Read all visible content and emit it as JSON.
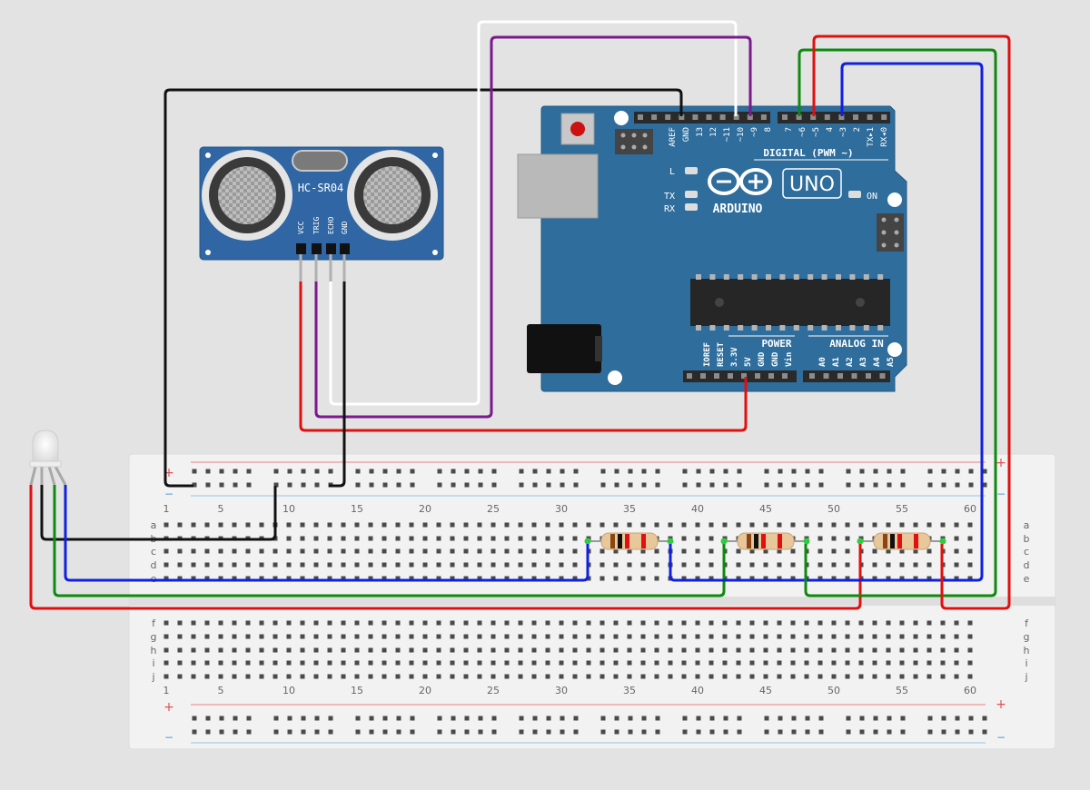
{
  "colors": {
    "background": "#e3e3e3",
    "arduino_board": "#2e6d9c",
    "sensor_board": "#2f66a3",
    "breadboard": "#f1f1f1",
    "wire_red": "#e01010",
    "wire_black": "#111111",
    "wire_white": "#ffffff",
    "wire_purple": "#7a1a8c",
    "wire_green": "#0f8a10",
    "wire_blue": "#1020e0"
  },
  "sensor": {
    "name": "HC-SR04",
    "pins": [
      "VCC",
      "TRIG",
      "ECHO",
      "GND"
    ]
  },
  "arduino": {
    "digital_pins": [
      "AREF",
      "GND",
      "13",
      "12",
      "~11",
      "~10",
      "~9",
      "8",
      "7",
      "~6",
      "~5",
      "4",
      "~3",
      "2",
      "TX▸1",
      "RX◂0"
    ],
    "digital_label": "DIGITAL (PWM ~)",
    "led_labels": [
      "L",
      "TX",
      "RX"
    ],
    "on_label": "ON",
    "brand": "ARDUINO",
    "model": "UNO",
    "power_label": "POWER",
    "analog_label": "ANALOG IN",
    "power_pins": [
      "IOREF",
      "RESET",
      "3.3V",
      "5V",
      "GND",
      "GND",
      "Vin"
    ],
    "analog_pins": [
      "A0",
      "A1",
      "A2",
      "A3",
      "A4",
      "A5"
    ]
  },
  "breadboard": {
    "column_numbers": [
      "1",
      "5",
      "10",
      "15",
      "20",
      "25",
      "30",
      "35",
      "40",
      "45",
      "50",
      "55",
      "60"
    ],
    "rows_top": [
      "a",
      "b",
      "c",
      "d",
      "e"
    ],
    "rows_bottom": [
      "f",
      "g",
      "h",
      "i",
      "j"
    ],
    "rail_plus": "+",
    "rail_minus": "−"
  },
  "components": {
    "led": "RGB LED",
    "resistor_count": 3
  }
}
